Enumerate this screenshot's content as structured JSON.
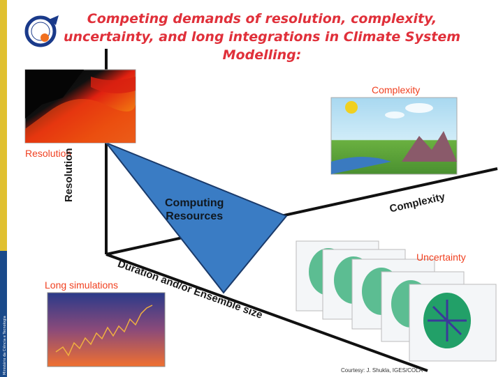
{
  "slide": {
    "title_line1": "Competing demands of resolution, complexity,",
    "title_line2": "uncertainty, and long integrations in Climate System",
    "title_line3": "Modelling:",
    "sidebar_text": "Ministério da Ciência e Tecnologia"
  },
  "labels": {
    "resolution_red": "Resolution",
    "complexity_red": "Complexity",
    "uncertainty_red": "Uncertainty",
    "long_sim_red": "Long simulations",
    "axis_resolution": "Resolution",
    "axis_complexity": "Complexity",
    "axis_duration": "Duration and/or Ensemble size",
    "computing_line1": "Computing",
    "computing_line2": "Resources",
    "credit": "Courtesy: J. Shukla, IGES/COLA"
  },
  "colors": {
    "title": "#e0303a",
    "accent_red": "#f04020",
    "triangle_fill": "#3a7cc4",
    "triangle_stroke": "#1a3a6a"
  }
}
